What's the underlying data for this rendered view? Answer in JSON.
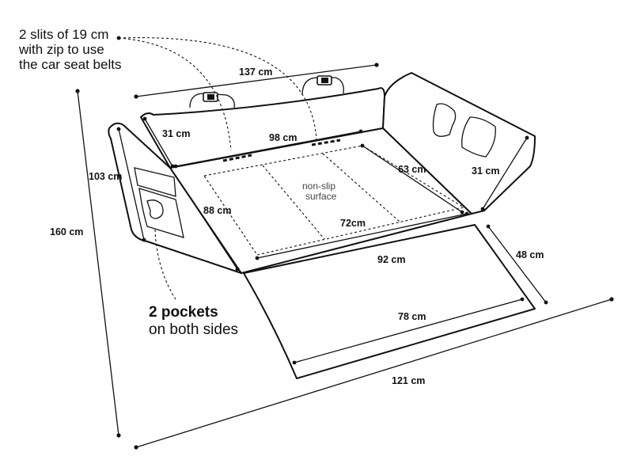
{
  "notes": {
    "slits_lines": [
      "2 slits of 19 cm",
      "with zip to use",
      "the car seat belts"
    ],
    "pockets_title": "2 pockets",
    "pockets_subtitle": "on both sides"
  },
  "labels": {
    "non_slip_line1": "non-slip",
    "non_slip_line2": "surface"
  },
  "dimensions": {
    "backrest_width": "137 cm",
    "back_inner_width": "98 cm",
    "back_height": "31 cm",
    "left_side_height": "103 cm",
    "right_side_height": "31 cm",
    "total_height": "160 cm",
    "seat_depth": "88 cm",
    "inner_depth": "63 cm",
    "inner_width": "72cm",
    "front_width": "92 cm",
    "flap_depth": "48 cm",
    "flap_width": "78 cm",
    "total_width": "121 cm"
  }
}
